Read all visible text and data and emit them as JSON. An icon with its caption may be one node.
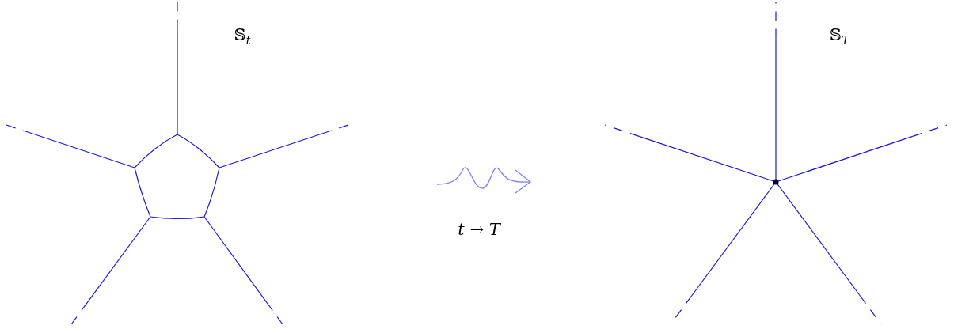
{
  "diagram": {
    "labels": [
      "𝕊$_{t}$",
      "*t* → *T*",
      "𝕊$_{T}$"
    ]
  }
}
